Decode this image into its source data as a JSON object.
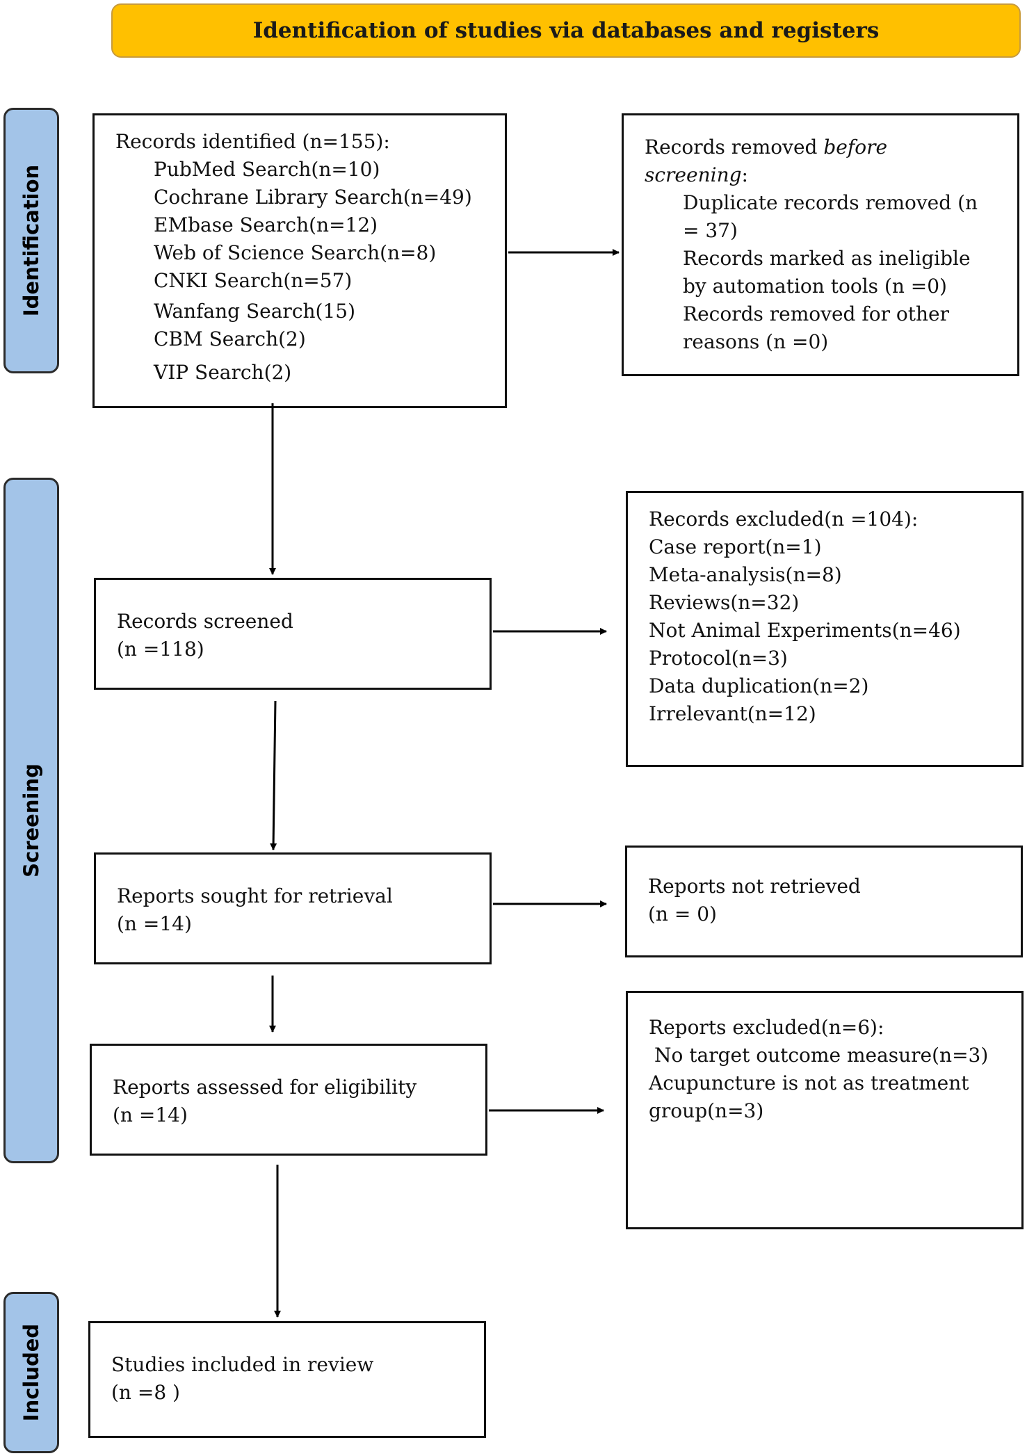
{
  "header": "Identification of studies via databases and registers",
  "phases": {
    "identification": "Identification",
    "screening": "Screening",
    "included": "Included"
  },
  "identified": {
    "title": "Records identified (n=155):",
    "sources": [
      "PubMed Search(n=10)",
      "Cochrane Library Search(n=49)",
      "EMbase Search(n=12)",
      "Web of Science Search(n=8)",
      "CNKI Search(n=57)",
      "Wanfang Search(15)",
      "CBM Search(2)",
      "VIP Search(2)"
    ]
  },
  "removed": {
    "title_a": "Records removed ",
    "title_b": "before screening",
    "title_c": ":",
    "items": [
      "Duplicate records removed (n = 37)",
      "Records marked as ineligible by automation tools (n =0)",
      "Records removed for other reasons (n =0)"
    ]
  },
  "screened": {
    "label": "Records screened",
    "count": "(n =118)"
  },
  "excluded": {
    "title": "Records excluded(n =104):",
    "items": [
      "Case report(n=1)",
      "Meta-analysis(n=8)",
      "Reviews(n=32)",
      "Not Animal Experiments(n=46)",
      "Protocol(n=3)",
      "Data duplication(n=2)",
      "Irrelevant(n=12)"
    ]
  },
  "sought": {
    "label": "Reports sought for retrieval",
    "count": "(n =14)"
  },
  "not_retrieved": {
    "label": "Reports not retrieved",
    "count": "(n = 0)"
  },
  "assessed": {
    "label": "Reports assessed for eligibility",
    "count": "(n =14)"
  },
  "reports_excluded": {
    "title": "Reports excluded(n=6):",
    "items": [
      "No target outcome measure(n=3)",
      "Acupuncture is not as treatment group(n=3)"
    ]
  },
  "included": {
    "label": "Studies included in review",
    "count": "(n =8 )"
  }
}
